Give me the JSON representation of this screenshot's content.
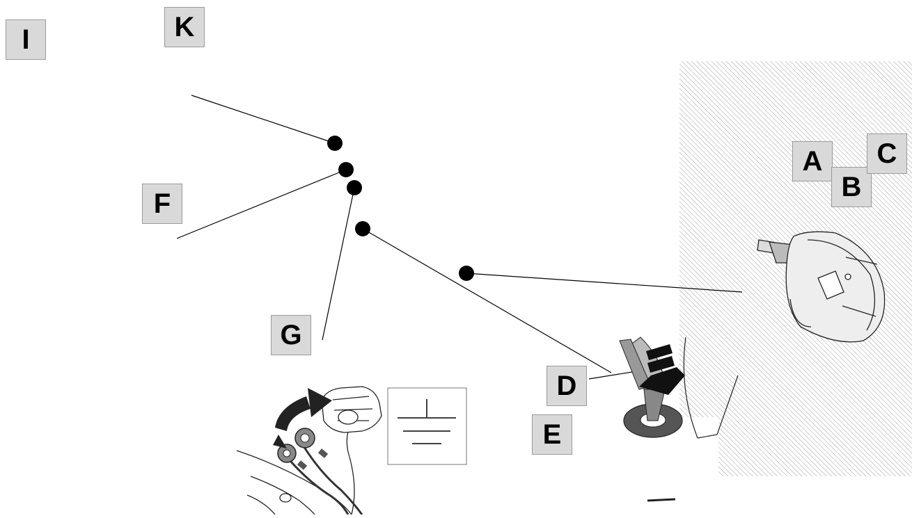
{
  "diagram": {
    "labels": {
      "I": "I",
      "K": "K",
      "F": "F",
      "G": "G",
      "D": "D",
      "E": "E",
      "A": "A",
      "B": "B",
      "C": "C"
    },
    "colors": {
      "label_fill": "#d9d9d9",
      "label_border": "#9a9a9a",
      "hatch_line": "#9a9a9a",
      "dot": "#000000",
      "line": "#000000",
      "arrow": "#222222",
      "grommet": "#555555"
    },
    "icons": [
      "ground-symbol-icon",
      "curved-arrow-icon",
      "down-arrow-icon",
      "connector-socket-icon",
      "ring-terminal-icon",
      "grommet-icon"
    ]
  }
}
